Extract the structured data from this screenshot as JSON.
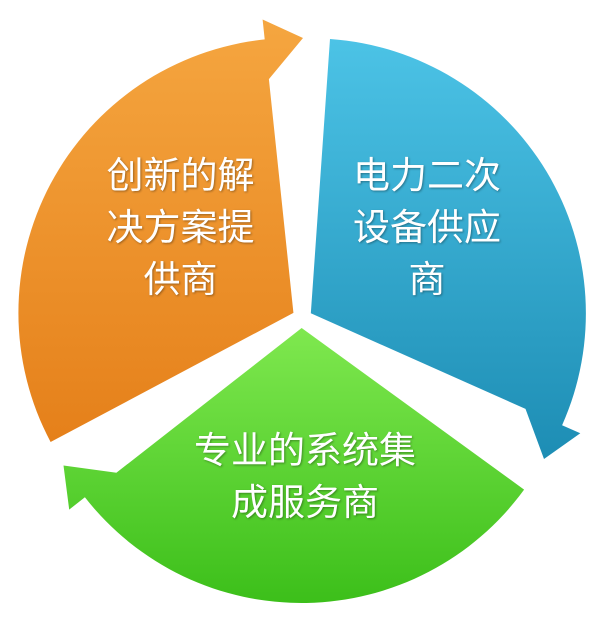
{
  "segments": [
    {
      "label": "创新的解\n决方案提\n供商",
      "color": "#f39b2c",
      "dark": "#e07a12"
    },
    {
      "label": "电力二次\n设备供应\n商",
      "color": "#3db6dc",
      "dark": "#1f8fb5"
    },
    {
      "label": "专业的系统集\n成服务商",
      "color": "#6ee040",
      "dark": "#3fbf1c"
    }
  ]
}
